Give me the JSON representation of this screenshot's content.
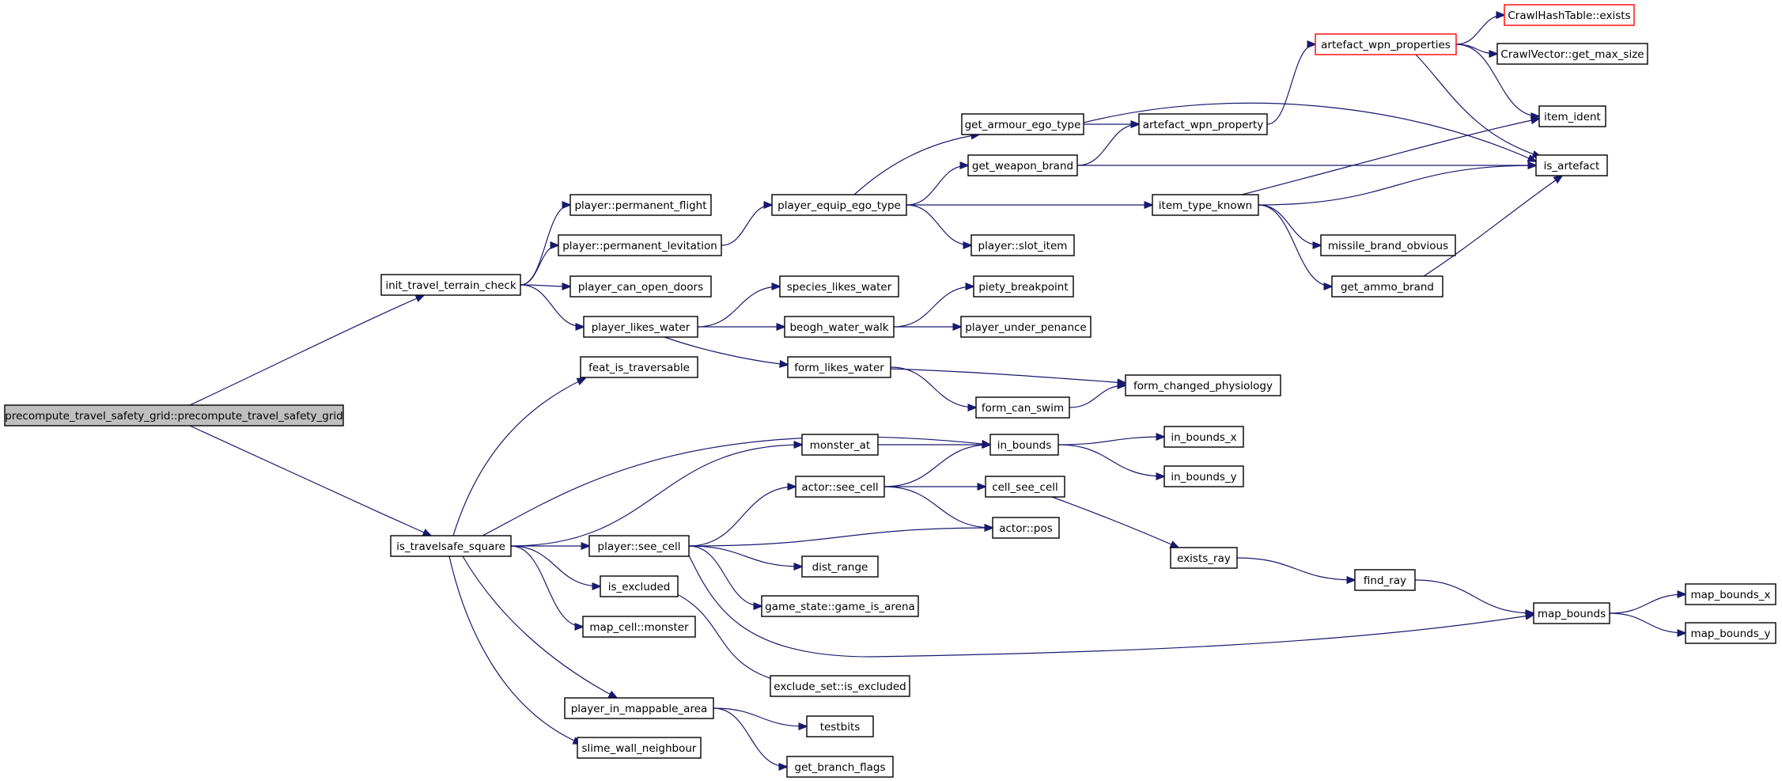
{
  "colors": {
    "edge": "#191970",
    "node_border": "#000000",
    "node_fill": "#ffffff",
    "root_fill": "#bfbfbf",
    "truncated_border": "#ff0000"
  },
  "nodes": [
    {
      "id": "root",
      "label": "precompute_travel_safety_grid::precompute_travel_safety_grid",
      "style": "root"
    },
    {
      "id": "init_travel_terrain_check",
      "label": "init_travel_terrain_check",
      "style": "normal"
    },
    {
      "id": "is_travelsafe_square",
      "label": "is_travelsafe_square",
      "style": "normal"
    },
    {
      "id": "player_permanent_flight",
      "label": "player::permanent_flight",
      "style": "normal"
    },
    {
      "id": "player_permanent_levitation",
      "label": "player::permanent_levitation",
      "style": "normal"
    },
    {
      "id": "player_can_open_doors",
      "label": "player_can_open_doors",
      "style": "normal"
    },
    {
      "id": "player_likes_water",
      "label": "player_likes_water",
      "style": "normal"
    },
    {
      "id": "player_equip_ego_type",
      "label": "player_equip_ego_type",
      "style": "normal"
    },
    {
      "id": "get_armour_ego_type",
      "label": "get_armour_ego_type",
      "style": "normal"
    },
    {
      "id": "get_weapon_brand",
      "label": "get_weapon_brand",
      "style": "normal"
    },
    {
      "id": "player_slot_item",
      "label": "player::slot_item",
      "style": "normal"
    },
    {
      "id": "item_type_known",
      "label": "item_type_known",
      "style": "normal"
    },
    {
      "id": "artefact_wpn_property",
      "label": "artefact_wpn_property",
      "style": "normal"
    },
    {
      "id": "artefact_wpn_properties",
      "label": "artefact_wpn_properties",
      "style": "truncated"
    },
    {
      "id": "crawlhashtable_exists",
      "label": "CrawlHashTable::exists",
      "style": "truncated"
    },
    {
      "id": "crawlvector_get_max_size",
      "label": "CrawlVector::get_max_size",
      "style": "normal"
    },
    {
      "id": "item_ident",
      "label": "item_ident",
      "style": "normal"
    },
    {
      "id": "is_artefact",
      "label": "is_artefact",
      "style": "normal"
    },
    {
      "id": "missile_brand_obvious",
      "label": "missile_brand_obvious",
      "style": "normal"
    },
    {
      "id": "get_ammo_brand",
      "label": "get_ammo_brand",
      "style": "normal"
    },
    {
      "id": "species_likes_water",
      "label": "species_likes_water",
      "style": "normal"
    },
    {
      "id": "beogh_water_walk",
      "label": "beogh_water_walk",
      "style": "normal"
    },
    {
      "id": "piety_breakpoint",
      "label": "piety_breakpoint",
      "style": "normal"
    },
    {
      "id": "player_under_penance",
      "label": "player_under_penance",
      "style": "normal"
    },
    {
      "id": "form_likes_water",
      "label": "form_likes_water",
      "style": "normal"
    },
    {
      "id": "form_can_swim",
      "label": "form_can_swim",
      "style": "normal"
    },
    {
      "id": "form_changed_physiology",
      "label": "form_changed_physiology",
      "style": "normal"
    },
    {
      "id": "feat_is_traversable",
      "label": "feat_is_traversable",
      "style": "normal"
    },
    {
      "id": "monster_at",
      "label": "monster_at",
      "style": "normal"
    },
    {
      "id": "in_bounds",
      "label": "in_bounds",
      "style": "normal"
    },
    {
      "id": "in_bounds_x",
      "label": "in_bounds_x",
      "style": "normal"
    },
    {
      "id": "in_bounds_y",
      "label": "in_bounds_y",
      "style": "normal"
    },
    {
      "id": "actor_see_cell",
      "label": "actor::see_cell",
      "style": "normal"
    },
    {
      "id": "cell_see_cell",
      "label": "cell_see_cell",
      "style": "normal"
    },
    {
      "id": "actor_pos",
      "label": "actor::pos",
      "style": "normal"
    },
    {
      "id": "player_see_cell",
      "label": "player::see_cell",
      "style": "normal"
    },
    {
      "id": "dist_range",
      "label": "dist_range",
      "style": "normal"
    },
    {
      "id": "game_state_game_is_arena",
      "label": "game_state::game_is_arena",
      "style": "normal"
    },
    {
      "id": "exists_ray",
      "label": "exists_ray",
      "style": "normal"
    },
    {
      "id": "find_ray",
      "label": "find_ray",
      "style": "normal"
    },
    {
      "id": "map_bounds",
      "label": "map_bounds",
      "style": "normal"
    },
    {
      "id": "map_bounds_x",
      "label": "map_bounds_x",
      "style": "normal"
    },
    {
      "id": "map_bounds_y",
      "label": "map_bounds_y",
      "style": "normal"
    },
    {
      "id": "is_excluded",
      "label": "is_excluded",
      "style": "normal"
    },
    {
      "id": "map_cell_monster",
      "label": "map_cell::monster",
      "style": "normal"
    },
    {
      "id": "exclude_set_is_excluded",
      "label": "exclude_set::is_excluded",
      "style": "normal"
    },
    {
      "id": "player_in_mappable_area",
      "label": "player_in_mappable_area",
      "style": "normal"
    },
    {
      "id": "testbits",
      "label": "testbits",
      "style": "normal"
    },
    {
      "id": "get_branch_flags",
      "label": "get_branch_flags",
      "style": "normal"
    },
    {
      "id": "slime_wall_neighbour",
      "label": "slime_wall_neighbour",
      "style": "normal"
    }
  ],
  "edges": [
    [
      "root",
      "init_travel_terrain_check"
    ],
    [
      "root",
      "is_travelsafe_square"
    ],
    [
      "init_travel_terrain_check",
      "player_permanent_flight"
    ],
    [
      "init_travel_terrain_check",
      "player_permanent_levitation"
    ],
    [
      "init_travel_terrain_check",
      "player_can_open_doors"
    ],
    [
      "init_travel_terrain_check",
      "player_likes_water"
    ],
    [
      "player_permanent_levitation",
      "player_equip_ego_type"
    ],
    [
      "player_equip_ego_type",
      "get_armour_ego_type"
    ],
    [
      "player_equip_ego_type",
      "get_weapon_brand"
    ],
    [
      "player_equip_ego_type",
      "player_slot_item"
    ],
    [
      "player_equip_ego_type",
      "item_type_known"
    ],
    [
      "get_armour_ego_type",
      "artefact_wpn_property"
    ],
    [
      "get_armour_ego_type",
      "is_artefact"
    ],
    [
      "get_weapon_brand",
      "artefact_wpn_property"
    ],
    [
      "get_weapon_brand",
      "is_artefact"
    ],
    [
      "artefact_wpn_property",
      "artefact_wpn_properties"
    ],
    [
      "artefact_wpn_properties",
      "crawlhashtable_exists"
    ],
    [
      "artefact_wpn_properties",
      "crawlvector_get_max_size"
    ],
    [
      "artefact_wpn_properties",
      "item_ident"
    ],
    [
      "artefact_wpn_properties",
      "is_artefact"
    ],
    [
      "item_type_known",
      "item_ident"
    ],
    [
      "item_type_known",
      "is_artefact"
    ],
    [
      "item_type_known",
      "missile_brand_obvious"
    ],
    [
      "item_type_known",
      "get_ammo_brand"
    ],
    [
      "get_ammo_brand",
      "is_artefact"
    ],
    [
      "player_likes_water",
      "species_likes_water"
    ],
    [
      "player_likes_water",
      "beogh_water_walk"
    ],
    [
      "player_likes_water",
      "form_likes_water"
    ],
    [
      "beogh_water_walk",
      "piety_breakpoint"
    ],
    [
      "beogh_water_walk",
      "player_under_penance"
    ],
    [
      "form_likes_water",
      "form_changed_physiology"
    ],
    [
      "form_likes_water",
      "form_can_swim"
    ],
    [
      "form_can_swim",
      "form_changed_physiology"
    ],
    [
      "is_travelsafe_square",
      "feat_is_traversable"
    ],
    [
      "is_travelsafe_square",
      "in_bounds"
    ],
    [
      "is_travelsafe_square",
      "monster_at"
    ],
    [
      "is_travelsafe_square",
      "player_see_cell"
    ],
    [
      "is_travelsafe_square",
      "is_excluded"
    ],
    [
      "is_travelsafe_square",
      "map_cell_monster"
    ],
    [
      "is_travelsafe_square",
      "player_in_mappable_area"
    ],
    [
      "is_travelsafe_square",
      "slime_wall_neighbour"
    ],
    [
      "monster_at",
      "in_bounds"
    ],
    [
      "in_bounds",
      "in_bounds_x"
    ],
    [
      "in_bounds",
      "in_bounds_y"
    ],
    [
      "actor_see_cell",
      "in_bounds"
    ],
    [
      "actor_see_cell",
      "cell_see_cell"
    ],
    [
      "actor_see_cell",
      "actor_pos"
    ],
    [
      "player_see_cell",
      "actor_see_cell"
    ],
    [
      "player_see_cell",
      "actor_pos"
    ],
    [
      "player_see_cell",
      "dist_range"
    ],
    [
      "player_see_cell",
      "game_state_game_is_arena"
    ],
    [
      "player_see_cell",
      "map_bounds"
    ],
    [
      "cell_see_cell",
      "exists_ray"
    ],
    [
      "exists_ray",
      "find_ray"
    ],
    [
      "find_ray",
      "map_bounds"
    ],
    [
      "map_bounds",
      "map_bounds_x"
    ],
    [
      "map_bounds",
      "map_bounds_y"
    ],
    [
      "is_excluded",
      "exclude_set_is_excluded"
    ],
    [
      "player_in_mappable_area",
      "testbits"
    ],
    [
      "player_in_mappable_area",
      "get_branch_flags"
    ]
  ]
}
